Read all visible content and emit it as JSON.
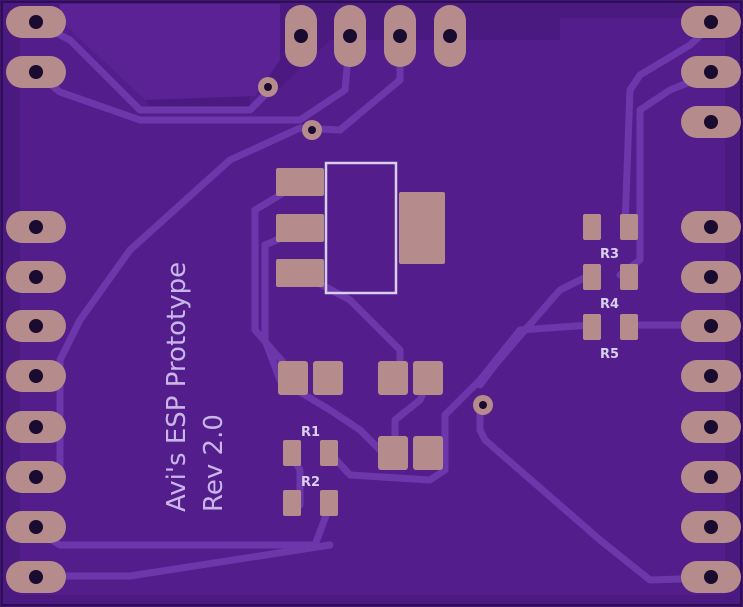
{
  "board": {
    "title_line1": "Avi's ESP Prototype",
    "title_line2": "Rev 2.0",
    "colors": {
      "substrate": "#4a1a7e",
      "copper_pour": "#531d8c",
      "trace": "#6a35a6",
      "pad": "#b58b8b",
      "silkscreen": "#d7cdee"
    }
  },
  "components": {
    "resistors": [
      {
        "ref": "R1"
      },
      {
        "ref": "R2"
      },
      {
        "ref": "R3"
      },
      {
        "ref": "R4"
      },
      {
        "ref": "R5"
      }
    ]
  }
}
